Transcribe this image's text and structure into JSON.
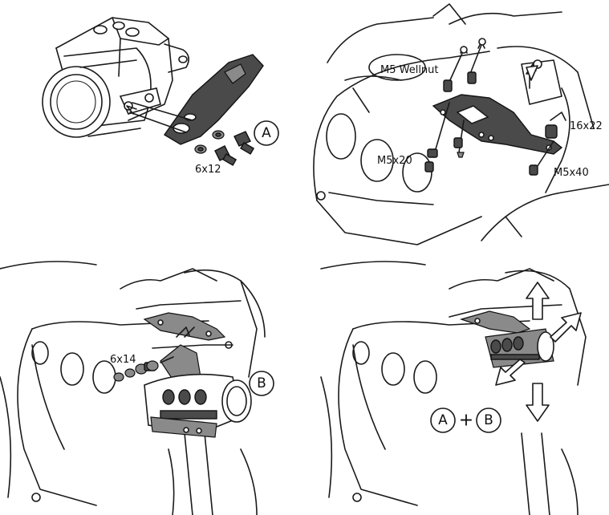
{
  "panels": {
    "top_left": {
      "step_label": "A",
      "bolt_label": "6x12"
    },
    "top_right": {
      "wellnut_label": "M5 Wellnut",
      "bolt_m5x20_label": "M5x20",
      "spacer_label": "16x22",
      "bolt_m5x40_label": "M5x40"
    },
    "bottom_left": {
      "bolt_label": "6x14",
      "step_label": "B"
    },
    "bottom_right": {
      "step_a_label": "A",
      "plus_label": "+",
      "step_b_label": "B"
    }
  },
  "colors": {
    "line": "#1a1a1a",
    "part_dark": "#4a4a4a",
    "part_mid": "#8a8a8a",
    "background": "#ffffff"
  }
}
